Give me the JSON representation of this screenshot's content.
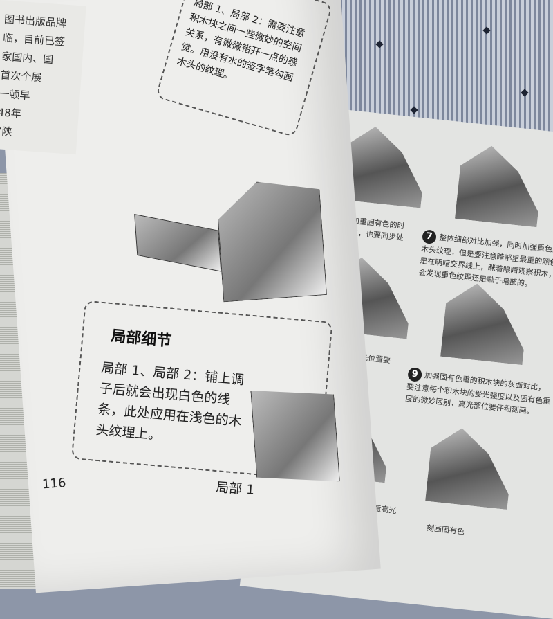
{
  "other_book": {
    "lines": [
      "图书出版品牌",
      "临，目前已签",
      "家国内、国",
      "首次个展",
      "一顿早",
      "48年",
      "“陕"
    ]
  },
  "left_page": {
    "top_box": {
      "title": "局部细节",
      "text": "局部 1、局部 2：需要注意积木块之间一些微妙的空间关系，有微微错开一点的感觉。用没有水的签字笔勾画木头的纹理。"
    },
    "bottom_box": {
      "title": "局部细节",
      "text": "局部 1、局部 2：铺上调子后就会出现白色的线条，此处应用在浅色的木头纹理上。"
    },
    "caption": "局部 1",
    "page_number": "116"
  },
  "right_page": {
    "left_col": [
      "的固有色，在加重固有色的时",
      "宜一次画得过重，也要同步处",
      "的积木块的灰面，高光位置要",
      "为灰色的积木块亮部，注意高光"
    ],
    "step7": {
      "number": "7",
      "text": "整体细部对比加强，同时加强重色的木头纹理，但是要注意暗部里最重的颜色还是在明暗交界线上，眯着眼睛观察积木，你会发现重色纹理还是融于暗部的。"
    },
    "step9": {
      "number": "9",
      "text": "加强固有色重的积木块的灰面对比，要注意每个积木块的受光强度以及固有色重度的微妙区别，高光部位要仔细刻画。"
    },
    "step11": {
      "text": "刻画固有色"
    }
  }
}
